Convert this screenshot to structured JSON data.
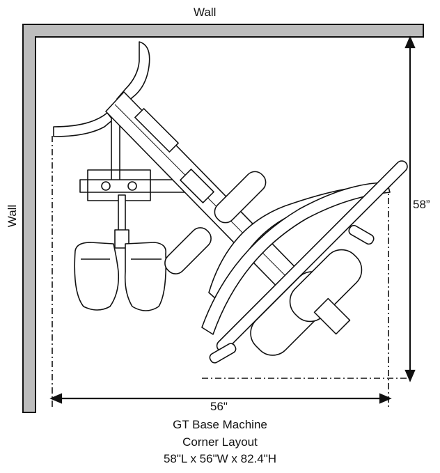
{
  "labels": {
    "wall_top": "Wall",
    "wall_left": "Wall",
    "depth_dimension": "58”",
    "width_dimension": "56\"",
    "caption_title": "GT Base Machine",
    "caption_subtitle": "Corner Layout",
    "caption_specs": "58\"L x 56\"W x 82.4\"H"
  },
  "colors": {
    "wall_fill": "#bdbdbd",
    "line": "#111111",
    "background": "#ffffff"
  }
}
